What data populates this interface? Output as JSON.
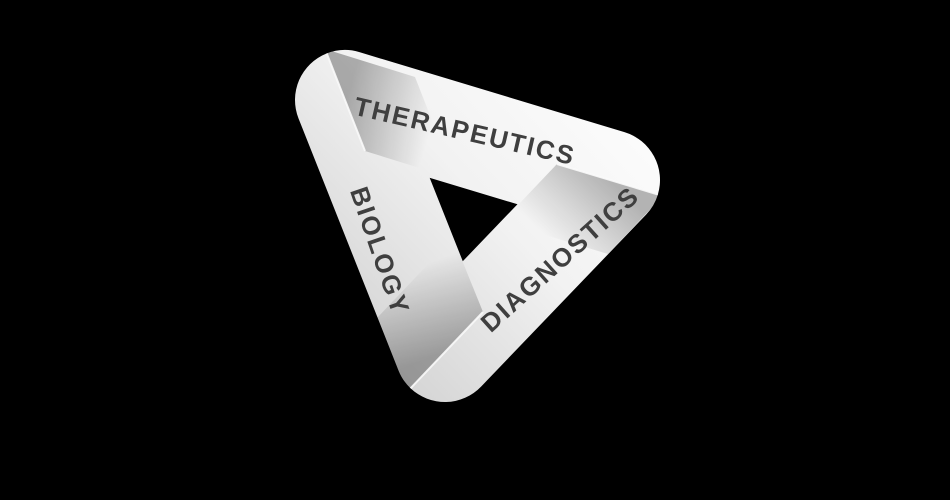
{
  "figure": {
    "title": "Triangular ribbon loop logo",
    "labels": {
      "top": {
        "text": "THERAPEUTICS"
      },
      "left": {
        "text": "BIOLOGY"
      },
      "right": {
        "text": "DIAGNOSTICS"
      }
    },
    "colors": {
      "background": "#000000",
      "ribbon_light": "#ffffff",
      "ribbon_shaded": "#cccccc",
      "label_text": "#3f3f3f"
    }
  }
}
